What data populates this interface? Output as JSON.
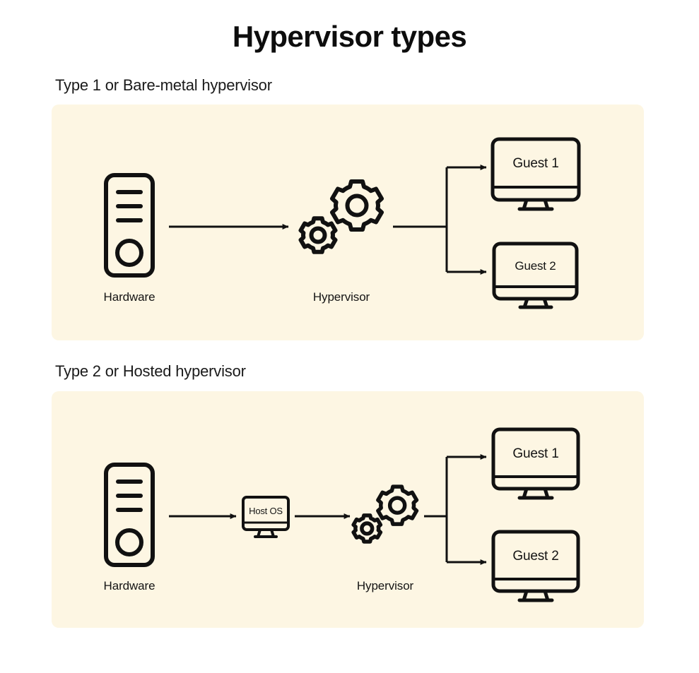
{
  "page": {
    "title": "Hypervisor types",
    "background_color": "#ffffff",
    "panel_color": "#fdf6e3",
    "stroke_color": "#111111"
  },
  "sections": [
    {
      "id": "type1",
      "heading": "Type 1 or Bare-metal hypervisor",
      "nodes": {
        "hardware_label": "Hardware",
        "hypervisor_label": "Hypervisor",
        "guest1_label": "Guest 1",
        "guest2_label": "Guest 2"
      },
      "flow": "Hardware -> Hypervisor -> (Guest 1, Guest 2)"
    },
    {
      "id": "type2",
      "heading": "Type 2 or Hosted hypervisor",
      "nodes": {
        "hardware_label": "Hardware",
        "host_os_label": "Host OS",
        "hypervisor_label": "Hypervisor",
        "guest1_label": "Guest 1",
        "guest2_label": "Guest 2"
      },
      "flow": "Hardware -> Host OS -> Hypervisor -> (Guest 1, Guest 2)"
    }
  ],
  "icons": {
    "server": "server-tower-icon",
    "gears": "gears-icon",
    "monitor": "monitor-icon",
    "arrow": "arrow-right-icon"
  }
}
